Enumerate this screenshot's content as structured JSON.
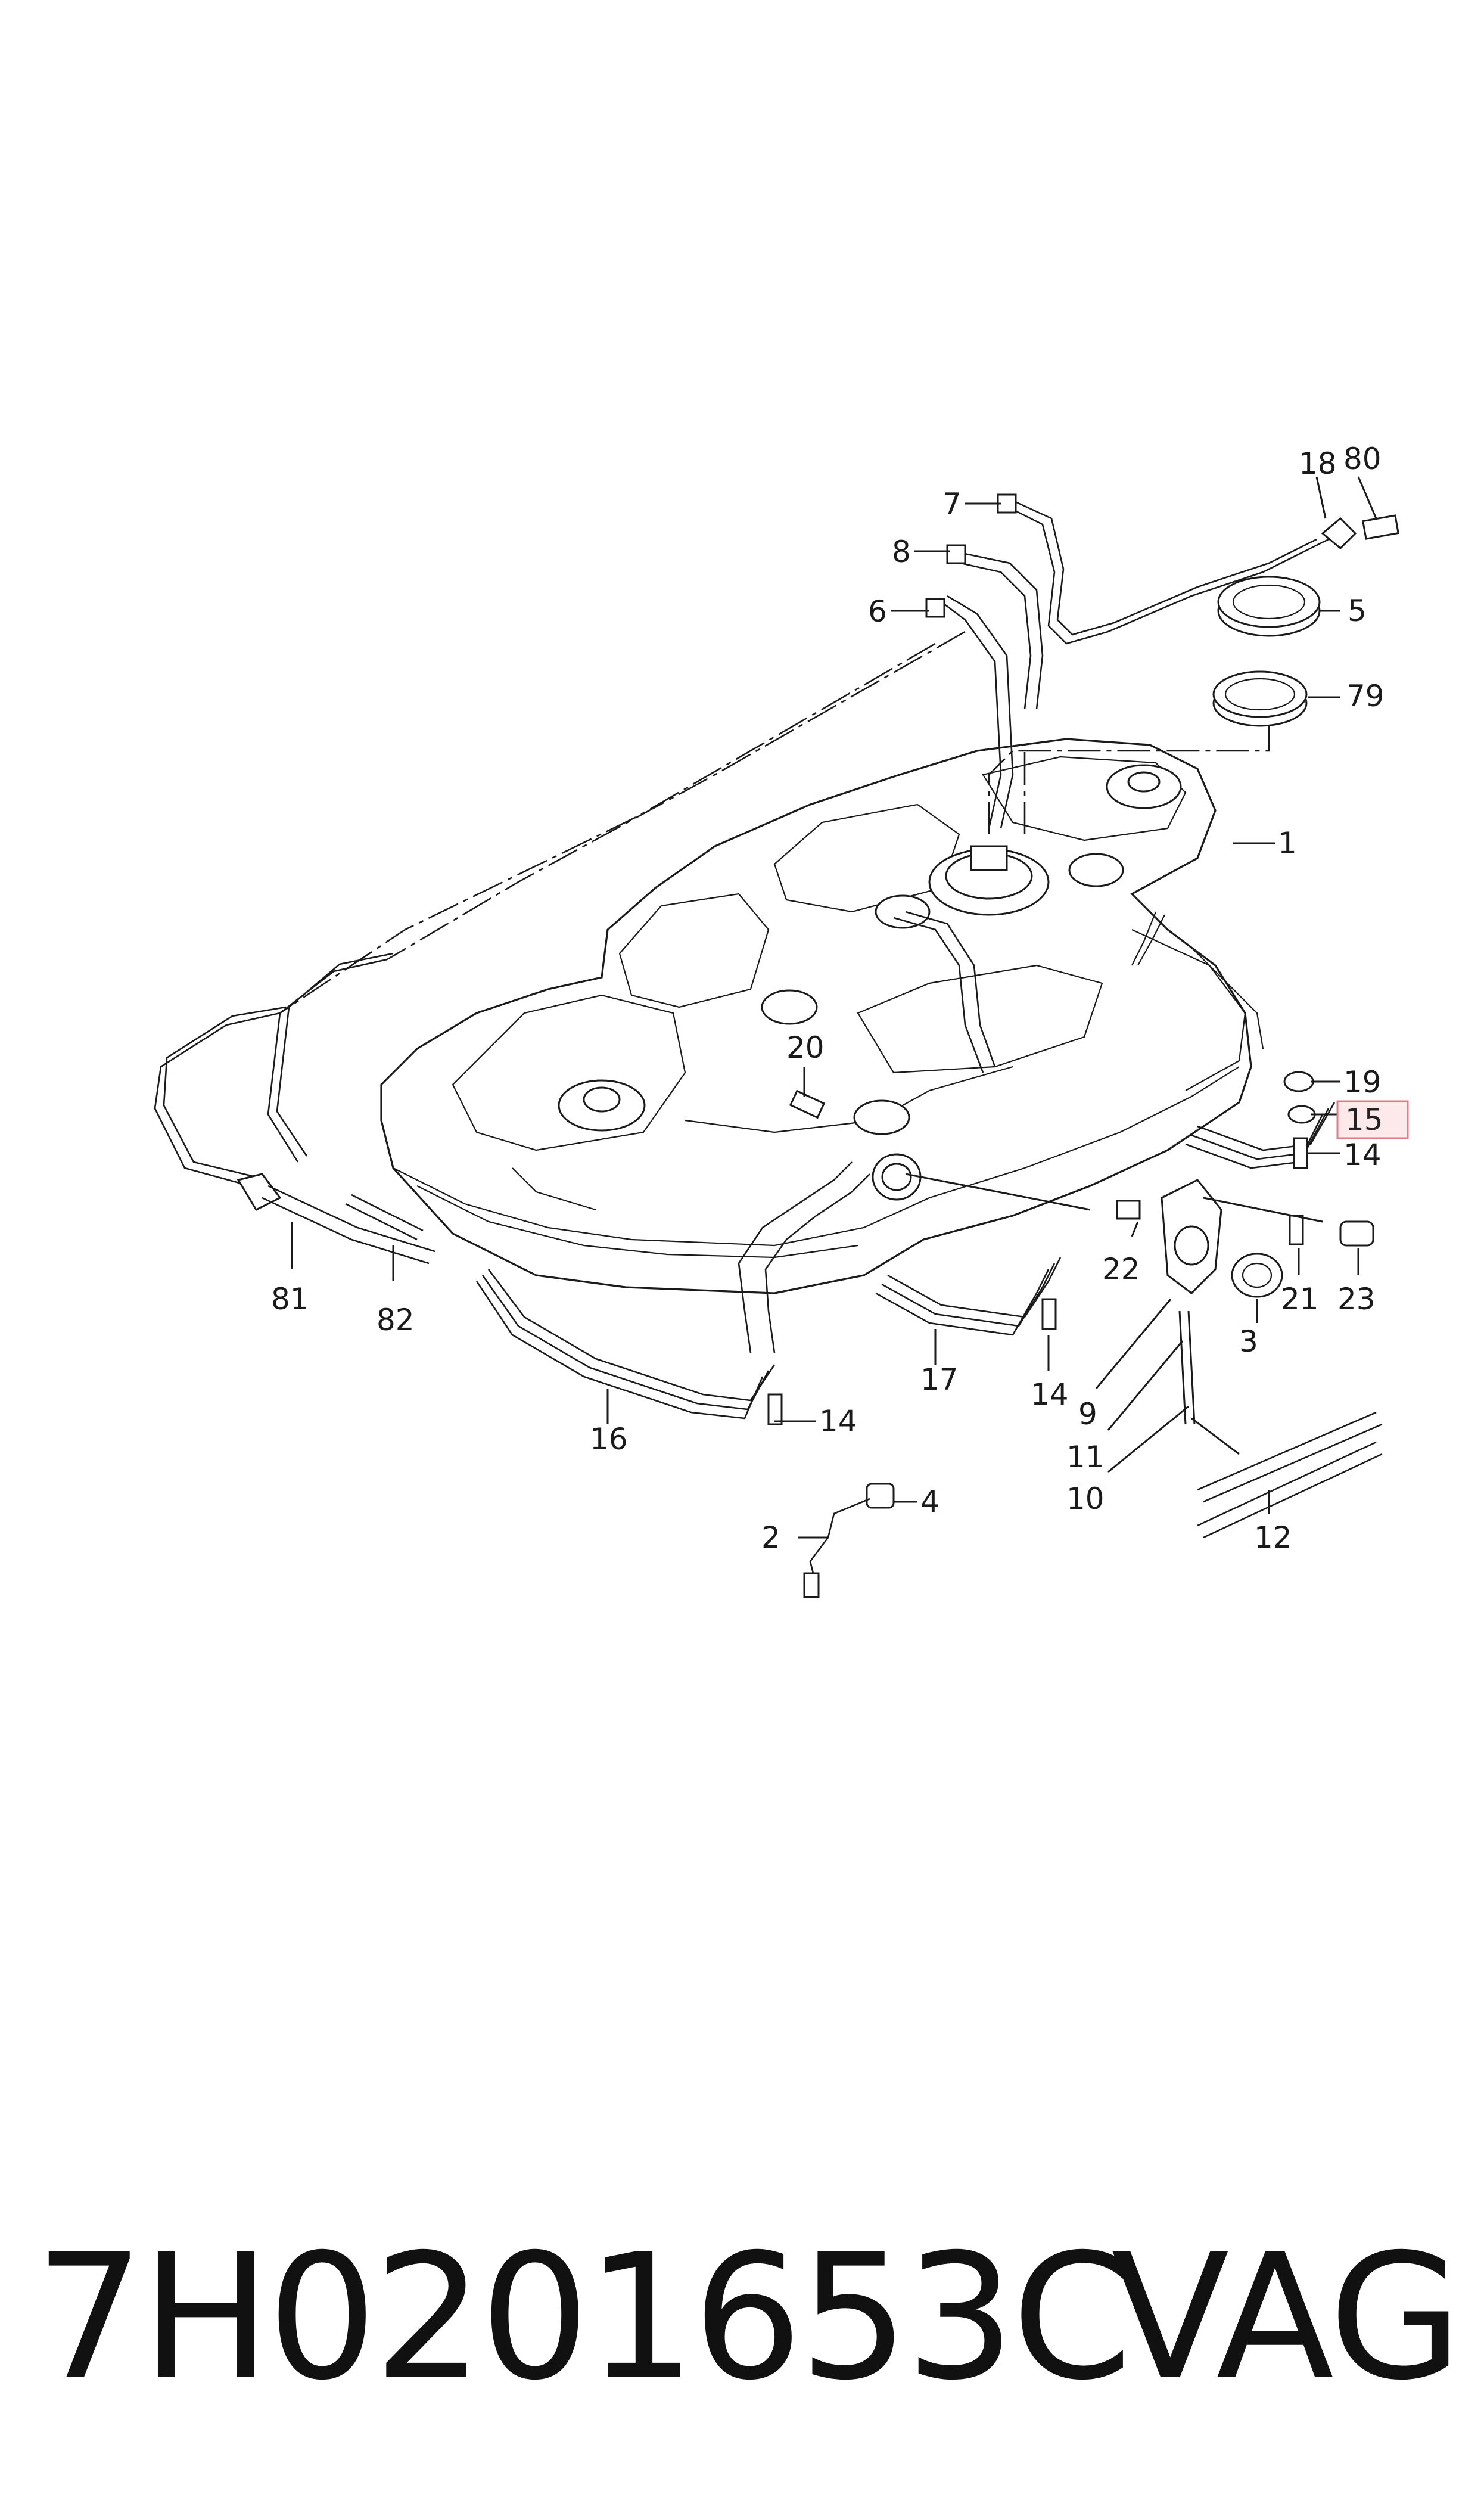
{
  "diagram": {
    "callouts": {
      "c1": "1",
      "c2": "2",
      "c3": "3",
      "c4": "4",
      "c5": "5",
      "c6": "6",
      "c7": "7",
      "c8": "8",
      "c9": "9",
      "c10": "10",
      "c11": "11",
      "c12": "12",
      "c14a": "14",
      "c14b": "14",
      "c14c": "14",
      "c15": "15",
      "c16": "16",
      "c17": "17",
      "c18": "18",
      "c19": "19",
      "c20": "20",
      "c21": "21",
      "c22": "22",
      "c23": "23",
      "c79": "79",
      "c80": "80",
      "c81": "81",
      "c82": "82"
    },
    "highlighted_callout": "15",
    "highlight_color": "#fde8ea"
  },
  "footer": {
    "part_number": "7H0201653C",
    "brand": "VAG"
  }
}
